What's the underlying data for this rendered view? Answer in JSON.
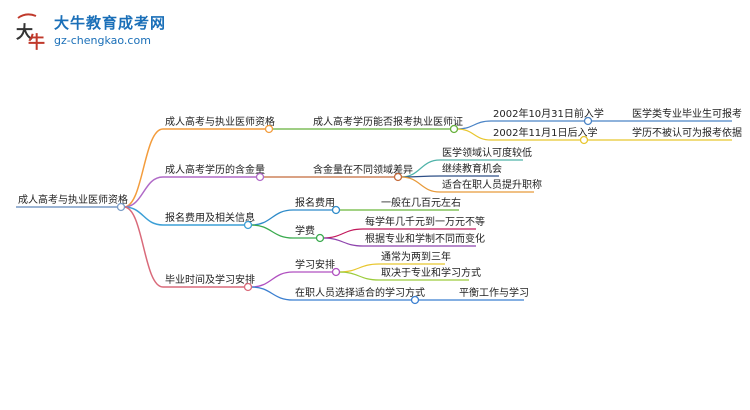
{
  "logo": {
    "glyph": "大牛",
    "title": "大牛教育成考网",
    "url": "gz-chengkao.com"
  },
  "mindmap": {
    "root": "成人高考与执业医师资格",
    "branches": [
      {
        "label": "成人高考与执业医师资格",
        "color": "#f39c3c",
        "children": [
          {
            "label": "成人高考学历能否报考执业医师证",
            "color": "#66b13a",
            "children": [
              {
                "label": "2002年10月31日前入学",
                "color": "#4a83c5",
                "children": [
                  {
                    "label": "医学类专业毕业生可报考",
                    "color": "#4a83c5"
                  }
                ]
              },
              {
                "label": "2002年11月1日后入学",
                "color": "#e8c62e",
                "children": [
                  {
                    "label": "学历不被认可为报考依据",
                    "color": "#e8c62e"
                  }
                ]
              }
            ]
          }
        ]
      },
      {
        "label": "成人高考学历的含金量",
        "color": "#b06ac7",
        "children": [
          {
            "label": "含金量在不同领域差异",
            "color": "#c46a3a",
            "children": [
              {
                "label": "医学领域认可度较低",
                "color": "#4fb3a9"
              },
              {
                "label": "继续教育机会",
                "color": "#2d4f86"
              },
              {
                "label": "适合在职人员提升职称",
                "color": "#e89a3a"
              }
            ]
          }
        ]
      },
      {
        "label": "报名费用及相关信息",
        "color": "#3b9fd6",
        "children": [
          {
            "label": "报名费用",
            "color": "#2e8bc9",
            "children": [
              {
                "label": "一般在几百元左右",
                "color": "#6ab63a"
              }
            ]
          },
          {
            "label": "学费",
            "color": "#3aaa4e",
            "children": [
              {
                "label": "每学年几千元到一万元不等",
                "color": "#c2185b"
              },
              {
                "label": "根据专业和学制不同而变化",
                "color": "#8e44ad"
              }
            ]
          }
        ]
      },
      {
        "label": "毕业时间及学习安排",
        "color": "#d96a7a",
        "children": [
          {
            "label": "学习安排",
            "color": "#b050c0",
            "children": [
              {
                "label": "通常为两到三年",
                "color": "#e8c62e"
              },
              {
                "label": "取决于专业和学习方式",
                "color": "#9ccc3c"
              }
            ]
          },
          {
            "label": "在职人员选择适合的学习方式",
            "color": "#3b7fd0",
            "children": [
              {
                "label": "平衡工作与学习",
                "color": "#3b7fd0"
              }
            ]
          }
        ]
      }
    ]
  }
}
